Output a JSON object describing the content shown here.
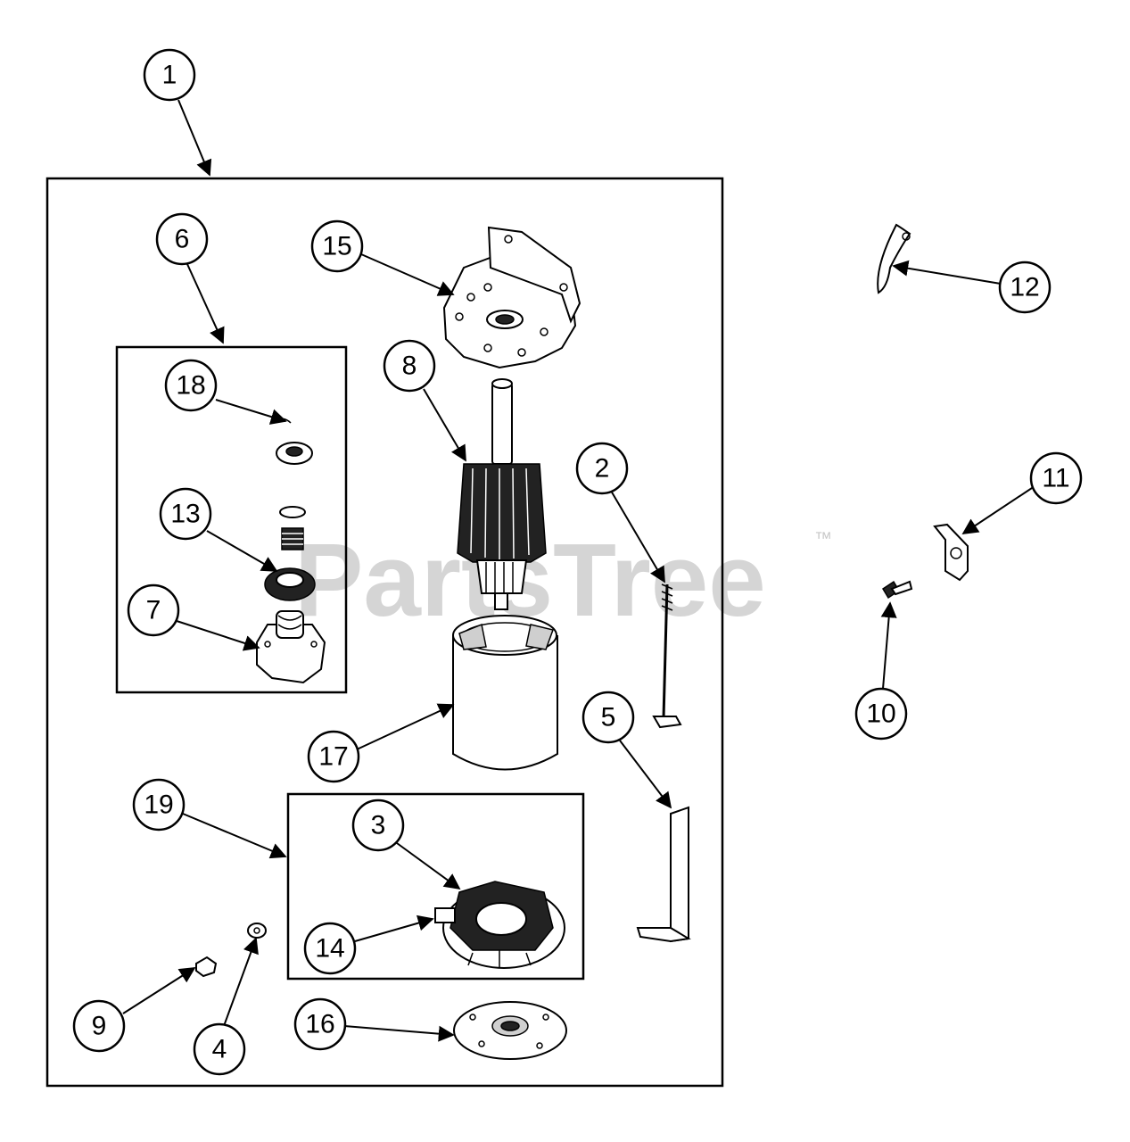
{
  "watermark": {
    "brand": "PartsTree",
    "trademark": "™"
  },
  "callouts": [
    "1",
    "2",
    "3",
    "4",
    "5",
    "6",
    "7",
    "8",
    "9",
    "10",
    "11",
    "12",
    "13",
    "14",
    "15",
    "16",
    "17",
    "18",
    "19"
  ]
}
